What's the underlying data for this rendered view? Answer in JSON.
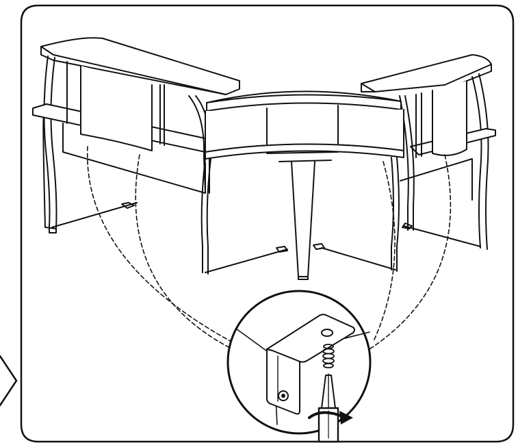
{
  "diagram": {
    "kind": "assembly-instruction",
    "step_text": "",
    "parts": [
      "reception-desk",
      "left-wing",
      "center-counter",
      "right-wing",
      "center-leg",
      "angle-bracket",
      "screw",
      "screwdriver"
    ],
    "callout": "bracket-screw-detail",
    "line_color": "#111111",
    "panel_fill": "#ffffff"
  }
}
